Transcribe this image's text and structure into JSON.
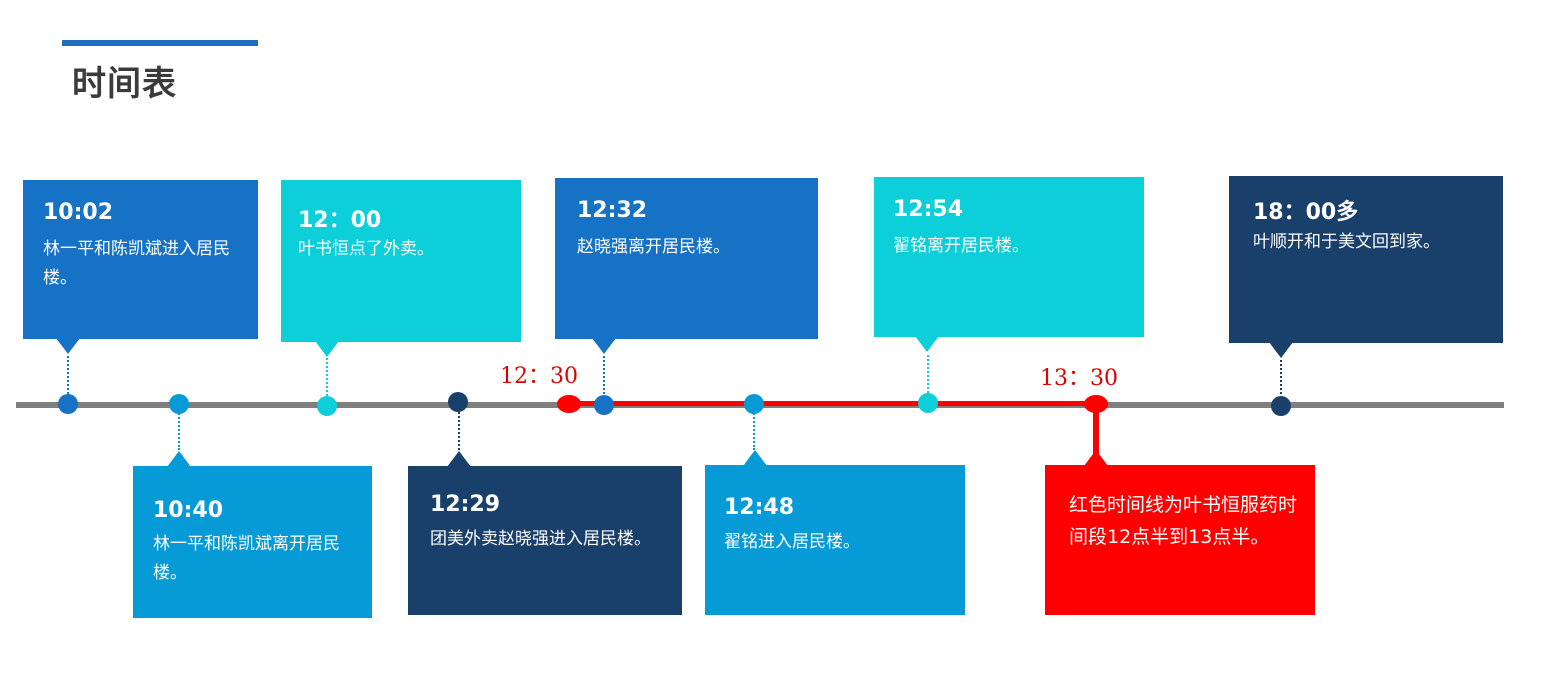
{
  "page": {
    "title": "时间表",
    "accent_color": "#1f6fbf"
  },
  "colors": {
    "blue": "#1572c4",
    "cyan": "#0ccfd9",
    "sky": "#069ad7",
    "navy": "#193f6b",
    "red": "#ff0000",
    "axis": "#7f7f7f"
  },
  "events": [
    {
      "time": "10:02",
      "description": "林一平和陈凯斌进入居民楼。"
    },
    {
      "time": "10:40",
      "description": "林一平和陈凯斌离开居民楼。"
    },
    {
      "time": "12：00",
      "description": "叶书恒点了外卖。"
    },
    {
      "time": "12:29",
      "description": "团美外卖赵晓强进入居民楼。"
    },
    {
      "time": "12:32",
      "description": "赵晓强离开居民楼。"
    },
    {
      "time": "12:48",
      "description": "翟铭进入居民楼。"
    },
    {
      "time": "12:54",
      "description": "翟铭离开居民楼。"
    },
    {
      "time": "18：00多",
      "description": "叶顺开和于美文回到家。"
    }
  ],
  "red_period": {
    "start_label": "12：30",
    "end_label": "13：30",
    "note": "红色时间线为叶书恒服药时间段12点半到13点半。"
  }
}
